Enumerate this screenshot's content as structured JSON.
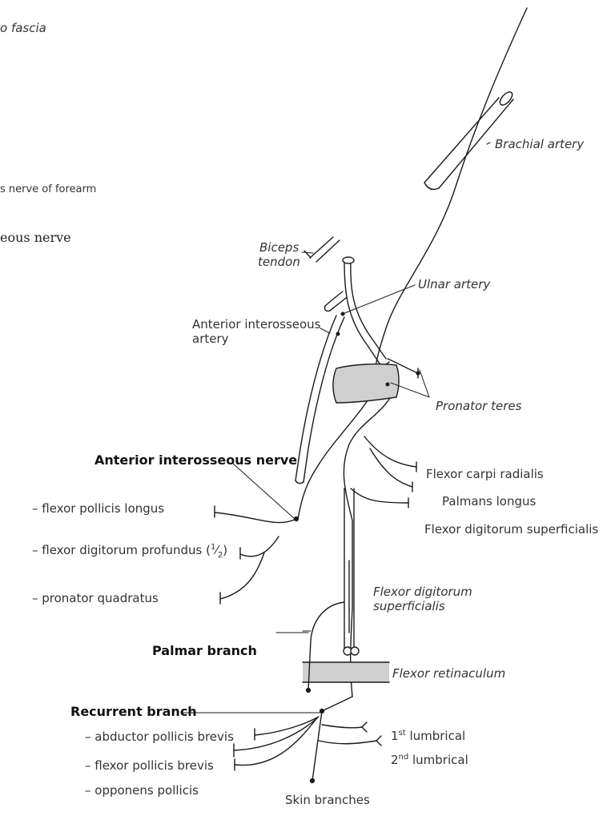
{
  "labels": {
    "fascia": "o fascia",
    "cut_nerve": "s nerve of forearm",
    "cut_serif": "eous nerve",
    "brachial_artery": "Brachial artery",
    "biceps_line1": "Biceps",
    "biceps_line2": "tendon",
    "ulnar_artery": "Ulnar artery",
    "ant_int_artery_line1": "Anterior interosseous",
    "ant_int_artery_line2": "artery",
    "pronator_teres": "Pronator teres",
    "anterior_interosseous_nerve": "Anterior interosseous nerve",
    "flexor_carpi_radialis": "Flexor carpi radialis",
    "palmaris_longus": "Palmans longus",
    "fds_branch": "Flexor digitorum superficialis",
    "fpl": "– flexor pollicis longus",
    "fdp": "– flexor digitorum profundus (",
    "fdp_num": "1",
    "fdp_den": "2",
    "fdp_close": ")",
    "pronator_quadratus": "– pronator quadratus",
    "fds_tendon_line1": "Flexor digitorum",
    "fds_tendon_line2": "superficialis",
    "palmar_branch": "Palmar branch",
    "flexor_retinaculum": "Flexor retinaculum",
    "recurrent_branch": "Recurrent branch",
    "apb": "– abductor pollicis brevis",
    "fpb": "– flexor pollicis brevis",
    "op": "– opponens pollicis",
    "lumbrical1_num": "1",
    "lumbrical1_sup": "st",
    "lumbrical1_text": " lumbrical",
    "lumbrical2_num": "2",
    "lumbrical2_sup": "nd",
    "lumbrical2_text": " lumbrical",
    "skin_branches": "Skin branches"
  },
  "colors": {
    "line": "#1a1a1a",
    "fill_grey": "#cfcfcf",
    "text": "#333333"
  }
}
